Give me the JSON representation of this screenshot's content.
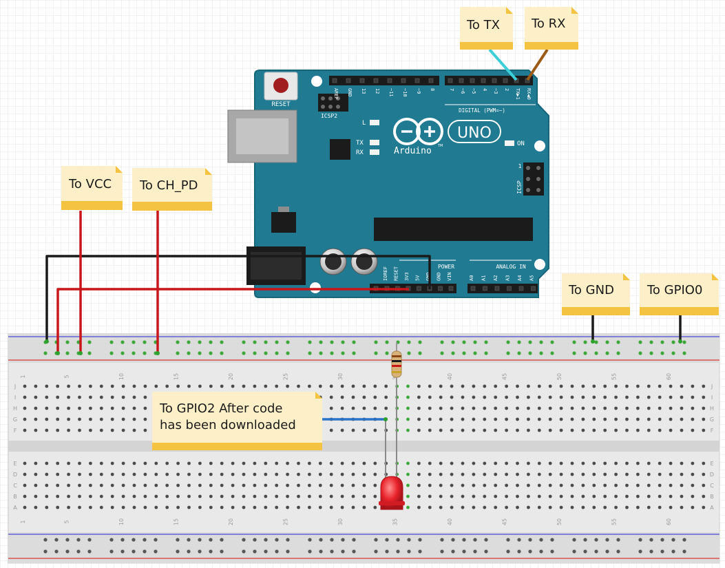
{
  "notes": {
    "tx": "To TX",
    "rx": "To RX",
    "vcc": "To VCC",
    "ch_pd": "To CH_PD",
    "gnd": "To GND",
    "gpio0": "To GPIO0",
    "gpio2_line1": "To GPIO2 After code",
    "gpio2_line2": "has been downloaded"
  },
  "arduino": {
    "brand": "Arduino",
    "model": "UNO",
    "tm": "TM",
    "reset": "RESET",
    "icsp2": "ICSP2",
    "icsp": "ICSP",
    "icsp_pin1": "1",
    "led_l": "L",
    "led_tx": "TX",
    "led_rx": "RX",
    "led_on": "ON",
    "digital_label": "DIGITAL (PWM=~)",
    "power_label": "POWER",
    "analog_label": "ANALOG IN",
    "top_pins": [
      "AREF",
      "GND",
      "13",
      "12",
      "~11",
      "~10",
      "~9",
      "8",
      "7",
      "~6",
      "~5",
      "4",
      "~3",
      "2",
      "TX▶1",
      "RX◀0"
    ],
    "power_pins": [
      "IOREF",
      "RESET",
      "3V3",
      "5V",
      "GND",
      "GND",
      "VIN"
    ],
    "analog_pins": [
      "A0",
      "A1",
      "A2",
      "A3",
      "A4",
      "A5"
    ]
  },
  "breadboard": {
    "row_letters_top": [
      "J",
      "I",
      "H",
      "G",
      "F"
    ],
    "row_letters_bottom": [
      "E",
      "D",
      "C",
      "B",
      "A"
    ],
    "column_numbers": [
      "1",
      "5",
      "10",
      "15",
      "20",
      "25",
      "30",
      "35",
      "40",
      "45",
      "50",
      "55",
      "60"
    ]
  },
  "colors": {
    "board": "#1f7a92",
    "board_edge": "#16657a",
    "note_bg": "#fdf0c8",
    "note_band": "#f5c342",
    "wire_red": "#c8161b",
    "wire_black": "#1a1a1a",
    "wire_blue": "#2b73c9",
    "wire_cyan": "#3dcfd8",
    "wire_brown": "#9b5a16",
    "hole_green": "#3ca83c",
    "led_red": "#e8222a"
  }
}
